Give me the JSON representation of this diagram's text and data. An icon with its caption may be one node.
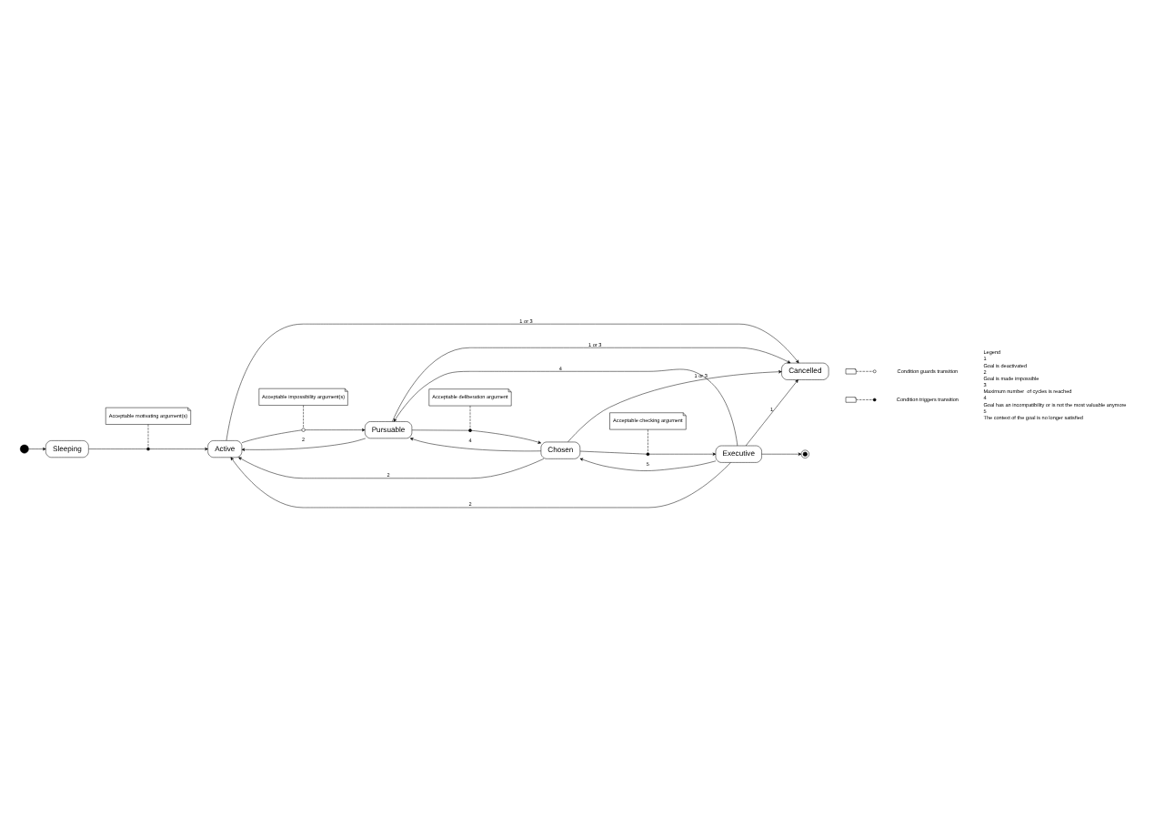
{
  "diagram": {
    "nodes": [
      {
        "text": [],
        "shape": "circle"
      },
      {
        "text": [
          "Sleeping"
        ]
      },
      {
        "text": [
          "Active"
        ]
      },
      {
        "text": [
          "Pursuable"
        ]
      },
      {
        "text": [
          "Cancelled"
        ]
      },
      {
        "text": [
          "Chosen"
        ]
      },
      {
        "text": [
          "Executive"
        ]
      },
      {
        "text": [],
        "shape": "circle"
      },
      {
        "text": [
          "Acceptable motivating argument(s)"
        ]
      },
      {
        "text": [
          "Acceptable impossibility argument(s)"
        ]
      },
      {
        "text": [
          "Acceptable deliberation argument"
        ]
      },
      {
        "text": [
          "Acceptable checking argument"
        ]
      },
      {
        "text": [],
        "shape": "circle"
      },
      {
        "text": [],
        "shape": "circle"
      },
      {
        "text": [],
        "shape": "circle"
      },
      {
        "text": [],
        "shape": "circle"
      }
    ],
    "edges": [
      {
        "from": 0,
        "to": 1,
        "arrow": "to"
      },
      {
        "from": 1,
        "to": 12,
        "arrow": "none"
      },
      {
        "from": 12,
        "to": 2,
        "arrow": "to"
      },
      {
        "from": 8,
        "to": 12,
        "arrow": "none",
        "style": "dashed"
      },
      {
        "from": 2,
        "to": 13,
        "arrow": "none"
      },
      {
        "from": 13,
        "to": 3,
        "arrow": "to"
      },
      {
        "from": 9,
        "to": 13,
        "arrow": "none",
        "style": "dashed"
      },
      {
        "from": 3,
        "to": 2,
        "arrow": "to",
        "label": "2"
      },
      {
        "from": 2,
        "to": 4,
        "arrow": "to",
        "label": "1 or 3"
      },
      {
        "from": 3,
        "to": 4,
        "arrow": "to",
        "label": "1 or 3"
      },
      {
        "from": 5,
        "to": 4,
        "arrow": "to",
        "label": "1 or 3"
      },
      {
        "from": 5,
        "to": 2,
        "arrow": "to",
        "label": "2"
      },
      {
        "from": 6,
        "to": 2,
        "arrow": "to",
        "label": "2"
      },
      {
        "from": 6,
        "to": 4,
        "arrow": "to",
        "label": "1"
      },
      {
        "from": 3,
        "to": 14,
        "arrow": "none"
      },
      {
        "from": 14,
        "to": 5,
        "arrow": "to"
      },
      {
        "from": 10,
        "to": 14,
        "arrow": "none",
        "style": "dashed"
      },
      {
        "from": 5,
        "to": 3,
        "arrow": "to",
        "label": "4"
      },
      {
        "from": 6,
        "to": 3,
        "arrow": "to",
        "label": "4"
      },
      {
        "from": 6,
        "to": 5,
        "arrow": "to",
        "label": "5"
      },
      {
        "from": 5,
        "to": 15,
        "arrow": "none"
      },
      {
        "from": 15,
        "to": 6,
        "arrow": "to"
      },
      {
        "from": 11,
        "to": 15,
        "arrow": "none",
        "style": "dashed"
      },
      {
        "from": 6,
        "to": 7,
        "arrow": "to"
      }
    ],
    "labels": [
      "Legend",
      "1",
      "Goal is deactivated",
      "2",
      "Goal is made impossible",
      "3",
      "Maximum number  of cycles is reached",
      "4",
      "Goal has an incompatibility or is not the most valuable anymore",
      "5",
      "The context of the goal is no longer satisfied"
    ],
    "legend": [
      {
        "text": "Condition guards transition"
      },
      {
        "text": "Condition triggers transition"
      }
    ]
  }
}
